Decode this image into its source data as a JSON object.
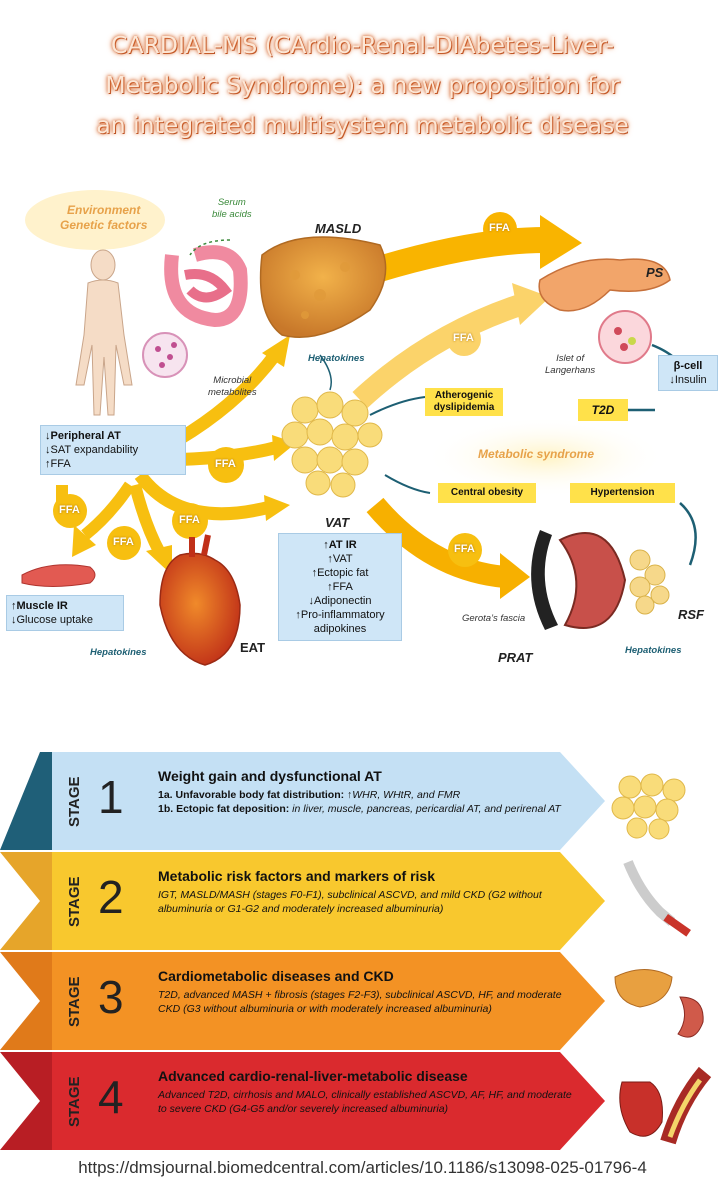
{
  "title": {
    "line1": "CARDIAL-MS (CArdio-Renal-DIAbetes-Liver-",
    "line2": "Metabolic Syndrome): a new proposition for",
    "line3": "an integrated multisystem metabolic disease"
  },
  "diagram": {
    "environment_line1": "Environment",
    "environment_line2": "Genetic factors",
    "serum_bile_line1": "Serum",
    "serum_bile_line2": "bile acids",
    "masld": "MASLD",
    "ps": "PS",
    "islet_line1": "Islet of",
    "islet_line2": "Langerhans",
    "microbial_line1": "Microbial",
    "microbial_line2": "metabolites",
    "hepatokines_top": "Hepatokines",
    "hepatokines_left": "Hepatokines",
    "hepatokines_right": "Hepatokines",
    "ffa_label": "FFA",
    "peripheral_box": {
      "line1": "↓Peripheral AT",
      "line2": "↓SAT expandability",
      "line3": "↑FFA"
    },
    "muscle_box": {
      "line1": "↑Muscle IR",
      "line2": "↓Glucose uptake"
    },
    "vat_label": "VAT",
    "vat_box": [
      "↑AT IR",
      "↑VAT",
      "↑Ectopic fat",
      "↑FFA",
      "↓Adiponectin",
      "↑Pro-inflammatory",
      "adipokines"
    ],
    "eat": "EAT",
    "prat": "PRAT",
    "rsf": "RSF",
    "gerota": "Gerota’s fascia",
    "bcell_line1": "β-cell",
    "bcell_line2": "↓Insulin",
    "t2d": "T2D",
    "atherogenic_line1": "Atherogenic",
    "atherogenic_line2": "dyslipidemia",
    "metabolic_syndrome": "Metabolic syndrome",
    "central_obesity": "Central obesity",
    "hypertension": "Hypertension"
  },
  "stages": [
    {
      "word": "STAGE",
      "number": "1",
      "heading": "Weight gain and dysfunctional AT",
      "line1_bold": "1a. Unfavorable body fat distribution:",
      "line1_rest": " ↑WHR, WHtR, and FMR",
      "line2_bold": "1b. Ectopic fat deposition:",
      "line2_rest": " in liver, muscle, pancreas, pericardial AT, and perirenal AT"
    },
    {
      "word": "STAGE",
      "number": "2",
      "heading": "Metabolic risk factors and markers of risk",
      "body": "IGT, MASLD/MASH (stages F0-F1), subclinical ASCVD, and mild CKD (G2 without albuminuria or G1-G2 and moderately increased albuminuria)"
    },
    {
      "word": "STAGE",
      "number": "3",
      "heading": "Cardiometabolic diseases and CKD",
      "body": "T2D, advanced MASH + fibrosis (stages F2-F3), subclinical ASCVD, HF, and moderate CKD (G3 without albuminuria or with moderately increased albuminuria)"
    },
    {
      "word": "STAGE",
      "number": "4",
      "heading": "Advanced cardio-renal-liver-metabolic disease",
      "body": "Advanced T2D, cirrhosis and MALO, clinically established ASCVD, AF, HF, and moderate to severe CKD (G4-G5 and/or severely increased albuminuria)"
    }
  ],
  "url": "https://dmsjournal.biomedcentral.com/articles/10.1186/s13098-025-01796-4",
  "colors": {
    "title_glow": "#e07a3c",
    "ffa_arrow": "#f5b800",
    "blue_box": "#cfe6f7",
    "yellow_box": "#ffe14a",
    "stage1": "#bcdcf2",
    "stage2": "#f7c52a",
    "stage3": "#f28c1e",
    "stage4": "#d8252a"
  }
}
